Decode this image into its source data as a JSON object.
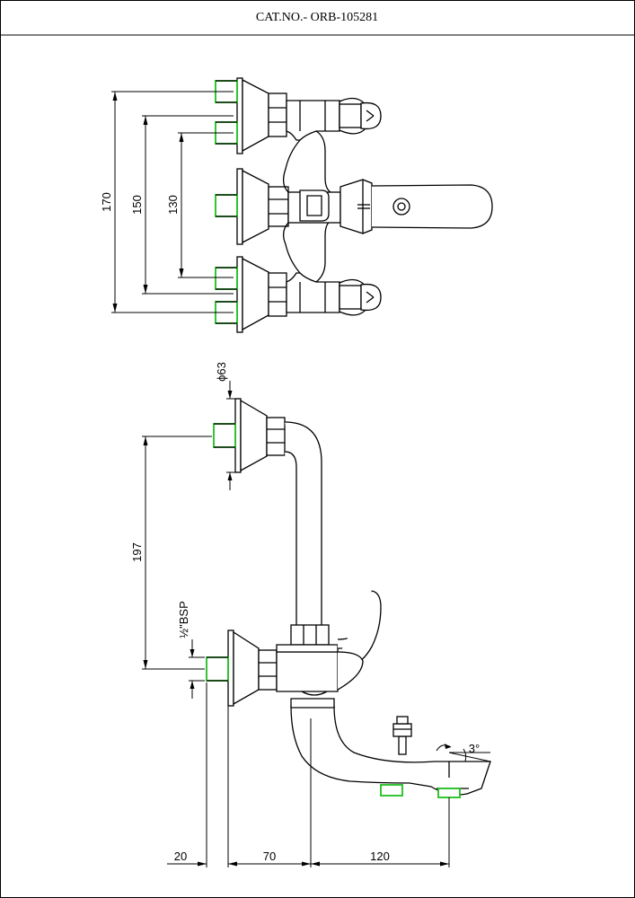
{
  "title": "CAT.NO.- ORB-105281",
  "dimensions": {
    "d170": "170",
    "d150": "150",
    "d130": "130",
    "d63": "ϕ63",
    "d197": "197",
    "bsp": "½\"BSP",
    "d20": "20",
    "d70": "70",
    "d120": "120",
    "angle": "3°"
  },
  "colors": {
    "line": "#000000",
    "connector": "#1fbf1f",
    "background": "#ffffff"
  }
}
